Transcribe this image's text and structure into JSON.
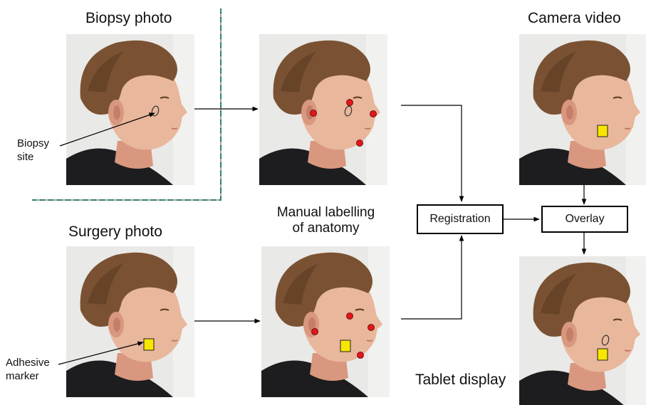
{
  "labels": {
    "biopsy_photo": "Biopsy photo",
    "surgery_photo": "Surgery photo",
    "manual_labelling_line1": "Manual labelling",
    "manual_labelling_line2": "of anatomy",
    "camera_video": "Camera video",
    "tablet_display": "Tablet display",
    "biopsy_site_line1": "Biopsy",
    "biopsy_site_line2": "site",
    "adhesive_marker_line1": "Adhesive",
    "adhesive_marker_line2": "marker"
  },
  "boxes": {
    "registration": "Registration",
    "overlay": "Overlay"
  },
  "colors": {
    "wall": "#e9e9e7",
    "hair": "#7a5233",
    "hair_dark": "#5a3a22",
    "skin": "#e8b79c",
    "skin_shade": "#d9977f",
    "shirt": "#1d1d1f",
    "landmark_dot": "#e3161b",
    "marker_fill": "#f7e600",
    "divider": "#2a8a7a"
  }
}
